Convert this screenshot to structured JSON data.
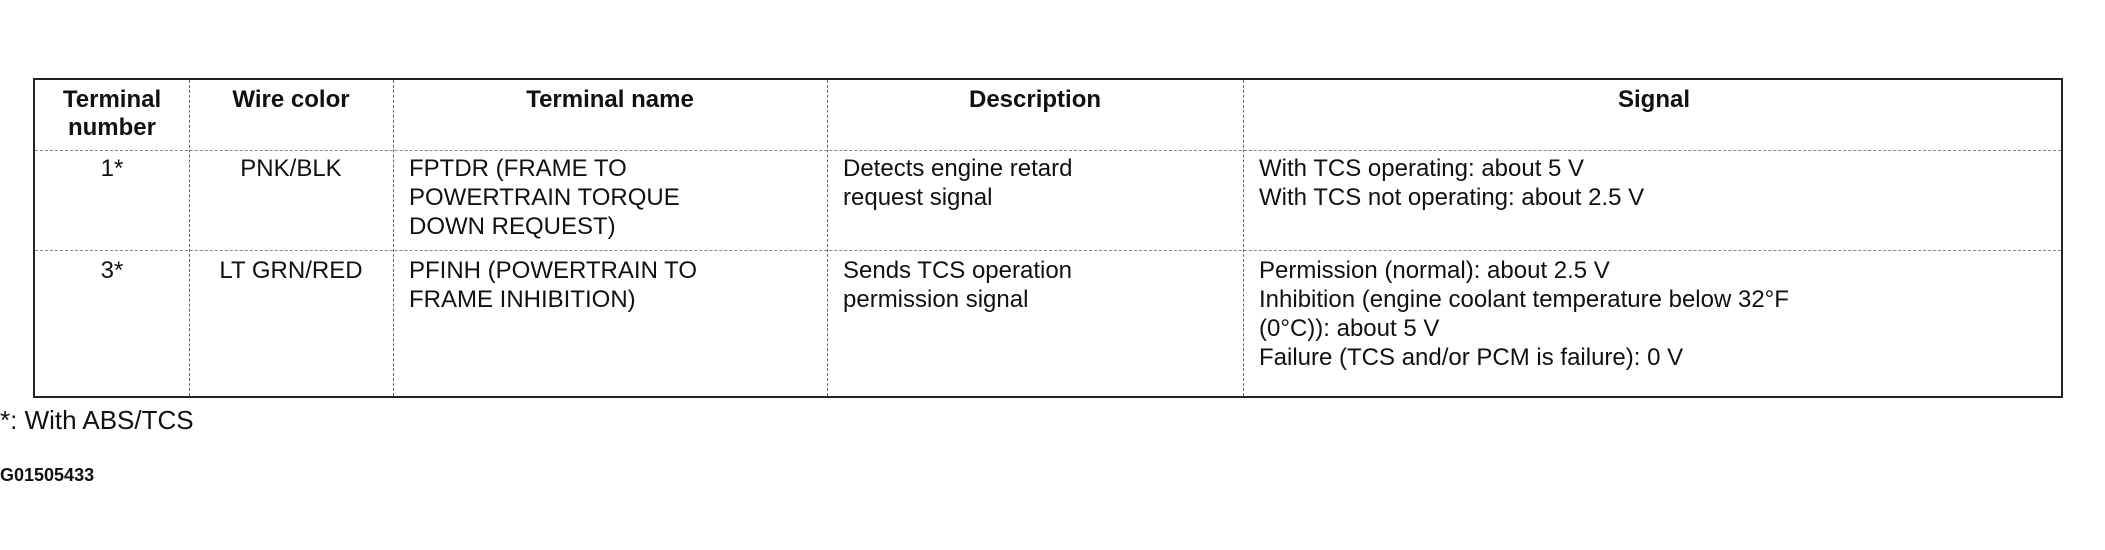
{
  "table": {
    "headers": [
      "Terminal number",
      "Wire color",
      "Terminal name",
      "Description",
      "Signal"
    ],
    "rows": [
      {
        "terminal": "1*",
        "wire": "PNK/BLK",
        "name": [
          "FPTDR (FRAME TO",
          "POWERTRAIN TORQUE",
          "DOWN REQUEST)"
        ],
        "description": [
          "Detects engine retard",
          "request signal"
        ],
        "signal": [
          "With TCS operating: about 5 V",
          "With TCS not operating: about 2.5 V"
        ]
      },
      {
        "terminal": "3*",
        "wire": "LT GRN/RED",
        "name": [
          "PFINH (POWERTRAIN TO",
          "FRAME INHIBITION)"
        ],
        "description": [
          "Sends TCS operation",
          "permission signal"
        ],
        "signal": [
          "Permission (normal): about 2.5 V",
          "Inhibition (engine coolant temperature below 32°F",
          "(0°C)): about 5 V",
          "Failure (TCS and/or PCM is failure): 0 V"
        ]
      }
    ]
  },
  "footnote": "*:  With ABS/TCS",
  "figure_code": "G01505433"
}
